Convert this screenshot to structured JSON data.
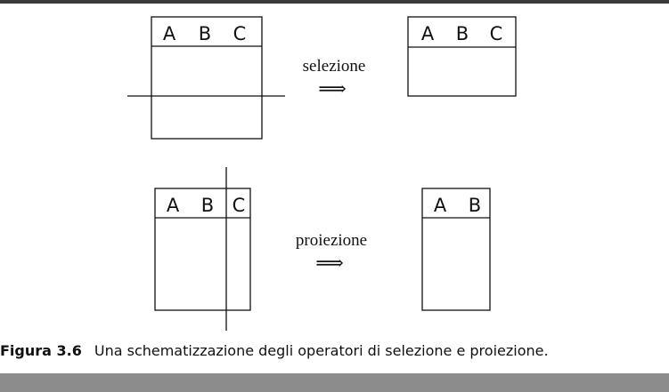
{
  "diagram": {
    "selection": {
      "source_headers": [
        "A",
        "B",
        "C"
      ],
      "operator_label": "selezione",
      "arrow_glyph": "⟹",
      "result_headers": [
        "A",
        "B",
        "C"
      ]
    },
    "projection": {
      "source_headers": [
        "A",
        "B",
        "C"
      ],
      "operator_label": "proiezione",
      "arrow_glyph": "⟹",
      "result_headers": [
        "A",
        "B"
      ]
    }
  },
  "caption": {
    "figure_number": "Figura 3.6",
    "text": "Una schematizzazione degli operatori di selezione e proiezione."
  }
}
